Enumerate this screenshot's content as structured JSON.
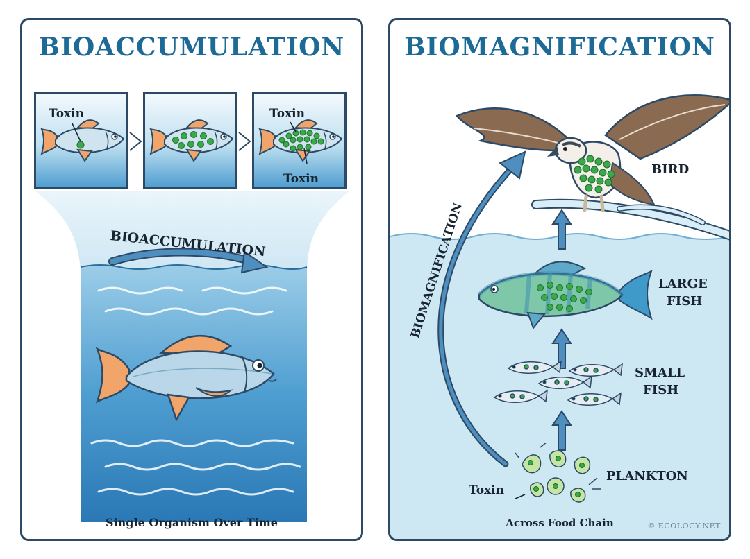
{
  "bioaccumulation": {
    "title": "BIOACCUMULATION",
    "frame_labels": {
      "frame1_toxin": "Toxin",
      "frame3_toxin_top": "Toxin",
      "frame3_toxin_bottom": "Toxin"
    },
    "arrow_label": "BIOACCUMULATION",
    "caption": "Single Organism Over Time"
  },
  "biomagnification": {
    "title": "BIOMAGNIFICATION",
    "arc_label": "BIOMAGNIFICATION",
    "levels": {
      "bird": "BIRD",
      "large_fish_1": "LARGE",
      "large_fish_2": "FISH",
      "small_fish_1": "SMALL",
      "small_fish_2": "FISH",
      "plankton": "PLANKTON"
    },
    "toxin_label": "Toxin",
    "caption": "Across Food Chain",
    "copyright": "© ECOLOGY.NET"
  },
  "colors": {
    "title_blue": "#1d6a96",
    "toxin_green": "#3aa94a",
    "water_blue": "#4f9ed1",
    "border": "#2c4a66"
  }
}
